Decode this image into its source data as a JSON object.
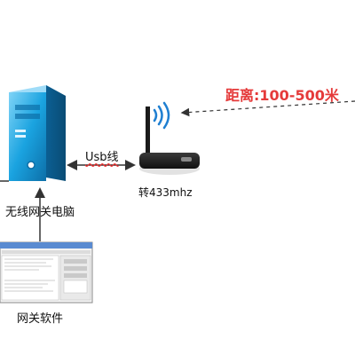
{
  "labels": {
    "distance": "距离:100-500米",
    "usb_line": "Usb线",
    "converter": "转433mhz",
    "gateway_pc": "无线网关电脑",
    "gateway_software": "网关软件"
  },
  "colors": {
    "pc_blue": "#1aa3e0",
    "pc_dark": "#0d6fa8",
    "distance_text": "#e53a3a",
    "arrow": "#333333",
    "signal": "#1f7fd1"
  },
  "icons": [
    "computer-tower-icon",
    "wireless-router-icon",
    "signal-waves-icon",
    "software-window-icon"
  ]
}
